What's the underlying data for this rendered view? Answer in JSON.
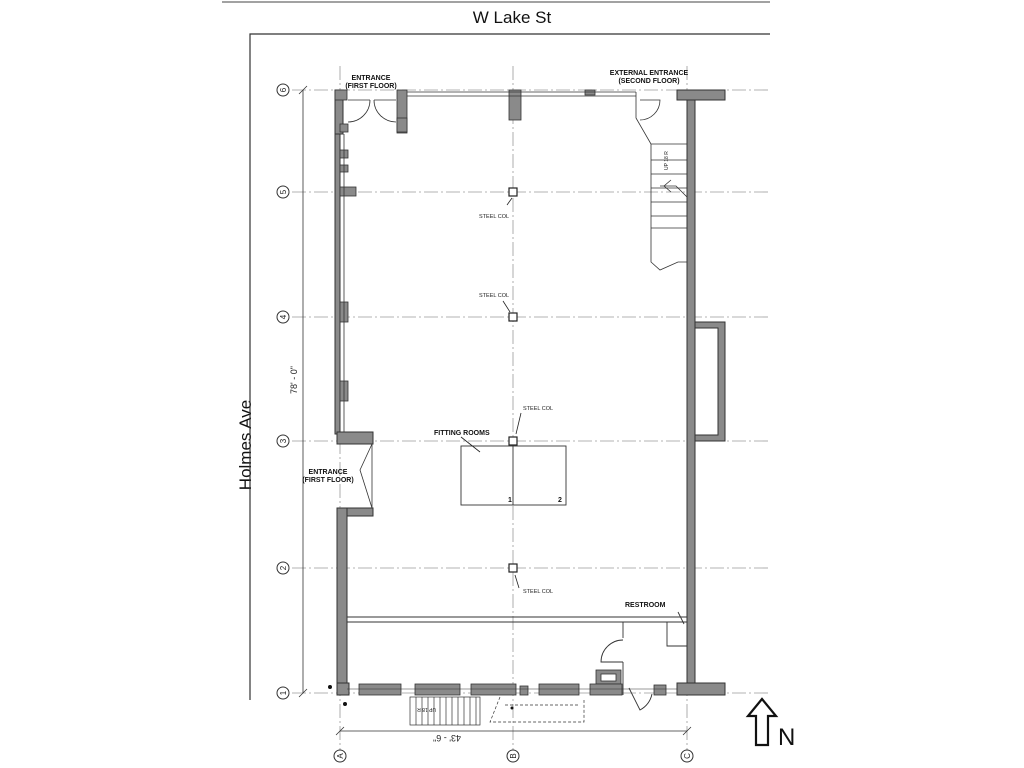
{
  "streets": {
    "north": "W Lake St",
    "west": "Holmes Ave"
  },
  "labels": {
    "entrance_top": [
      "ENTRANCE",
      "(FIRST FLOOR)"
    ],
    "external_entrance": [
      "EXTERNAL ENTRANCE",
      "(SECOND FLOOR)"
    ],
    "entrance_left": [
      "ENTRANCE",
      "(FIRST FLOOR)"
    ],
    "fitting_rooms": "FITTING ROOMS",
    "restroom": "RESTROOM",
    "steel_col": "STEEL COL",
    "stair_up_top": "UP 18 R",
    "stair_up_bottom": "UP 18 R",
    "fitting_room_1": "1",
    "fitting_room_2": "2",
    "north": "N"
  },
  "dimensions": {
    "vertical": "78' - 0\"",
    "horizontal": "43' - 6\""
  },
  "grid": {
    "rows": [
      "6",
      "5",
      "4",
      "3",
      "2",
      "1"
    ],
    "columns": [
      "A",
      "B",
      "C"
    ]
  },
  "colors": {
    "wall": "#8a8a8a",
    "line": "#222222",
    "gridline": "#9a9a9a"
  }
}
